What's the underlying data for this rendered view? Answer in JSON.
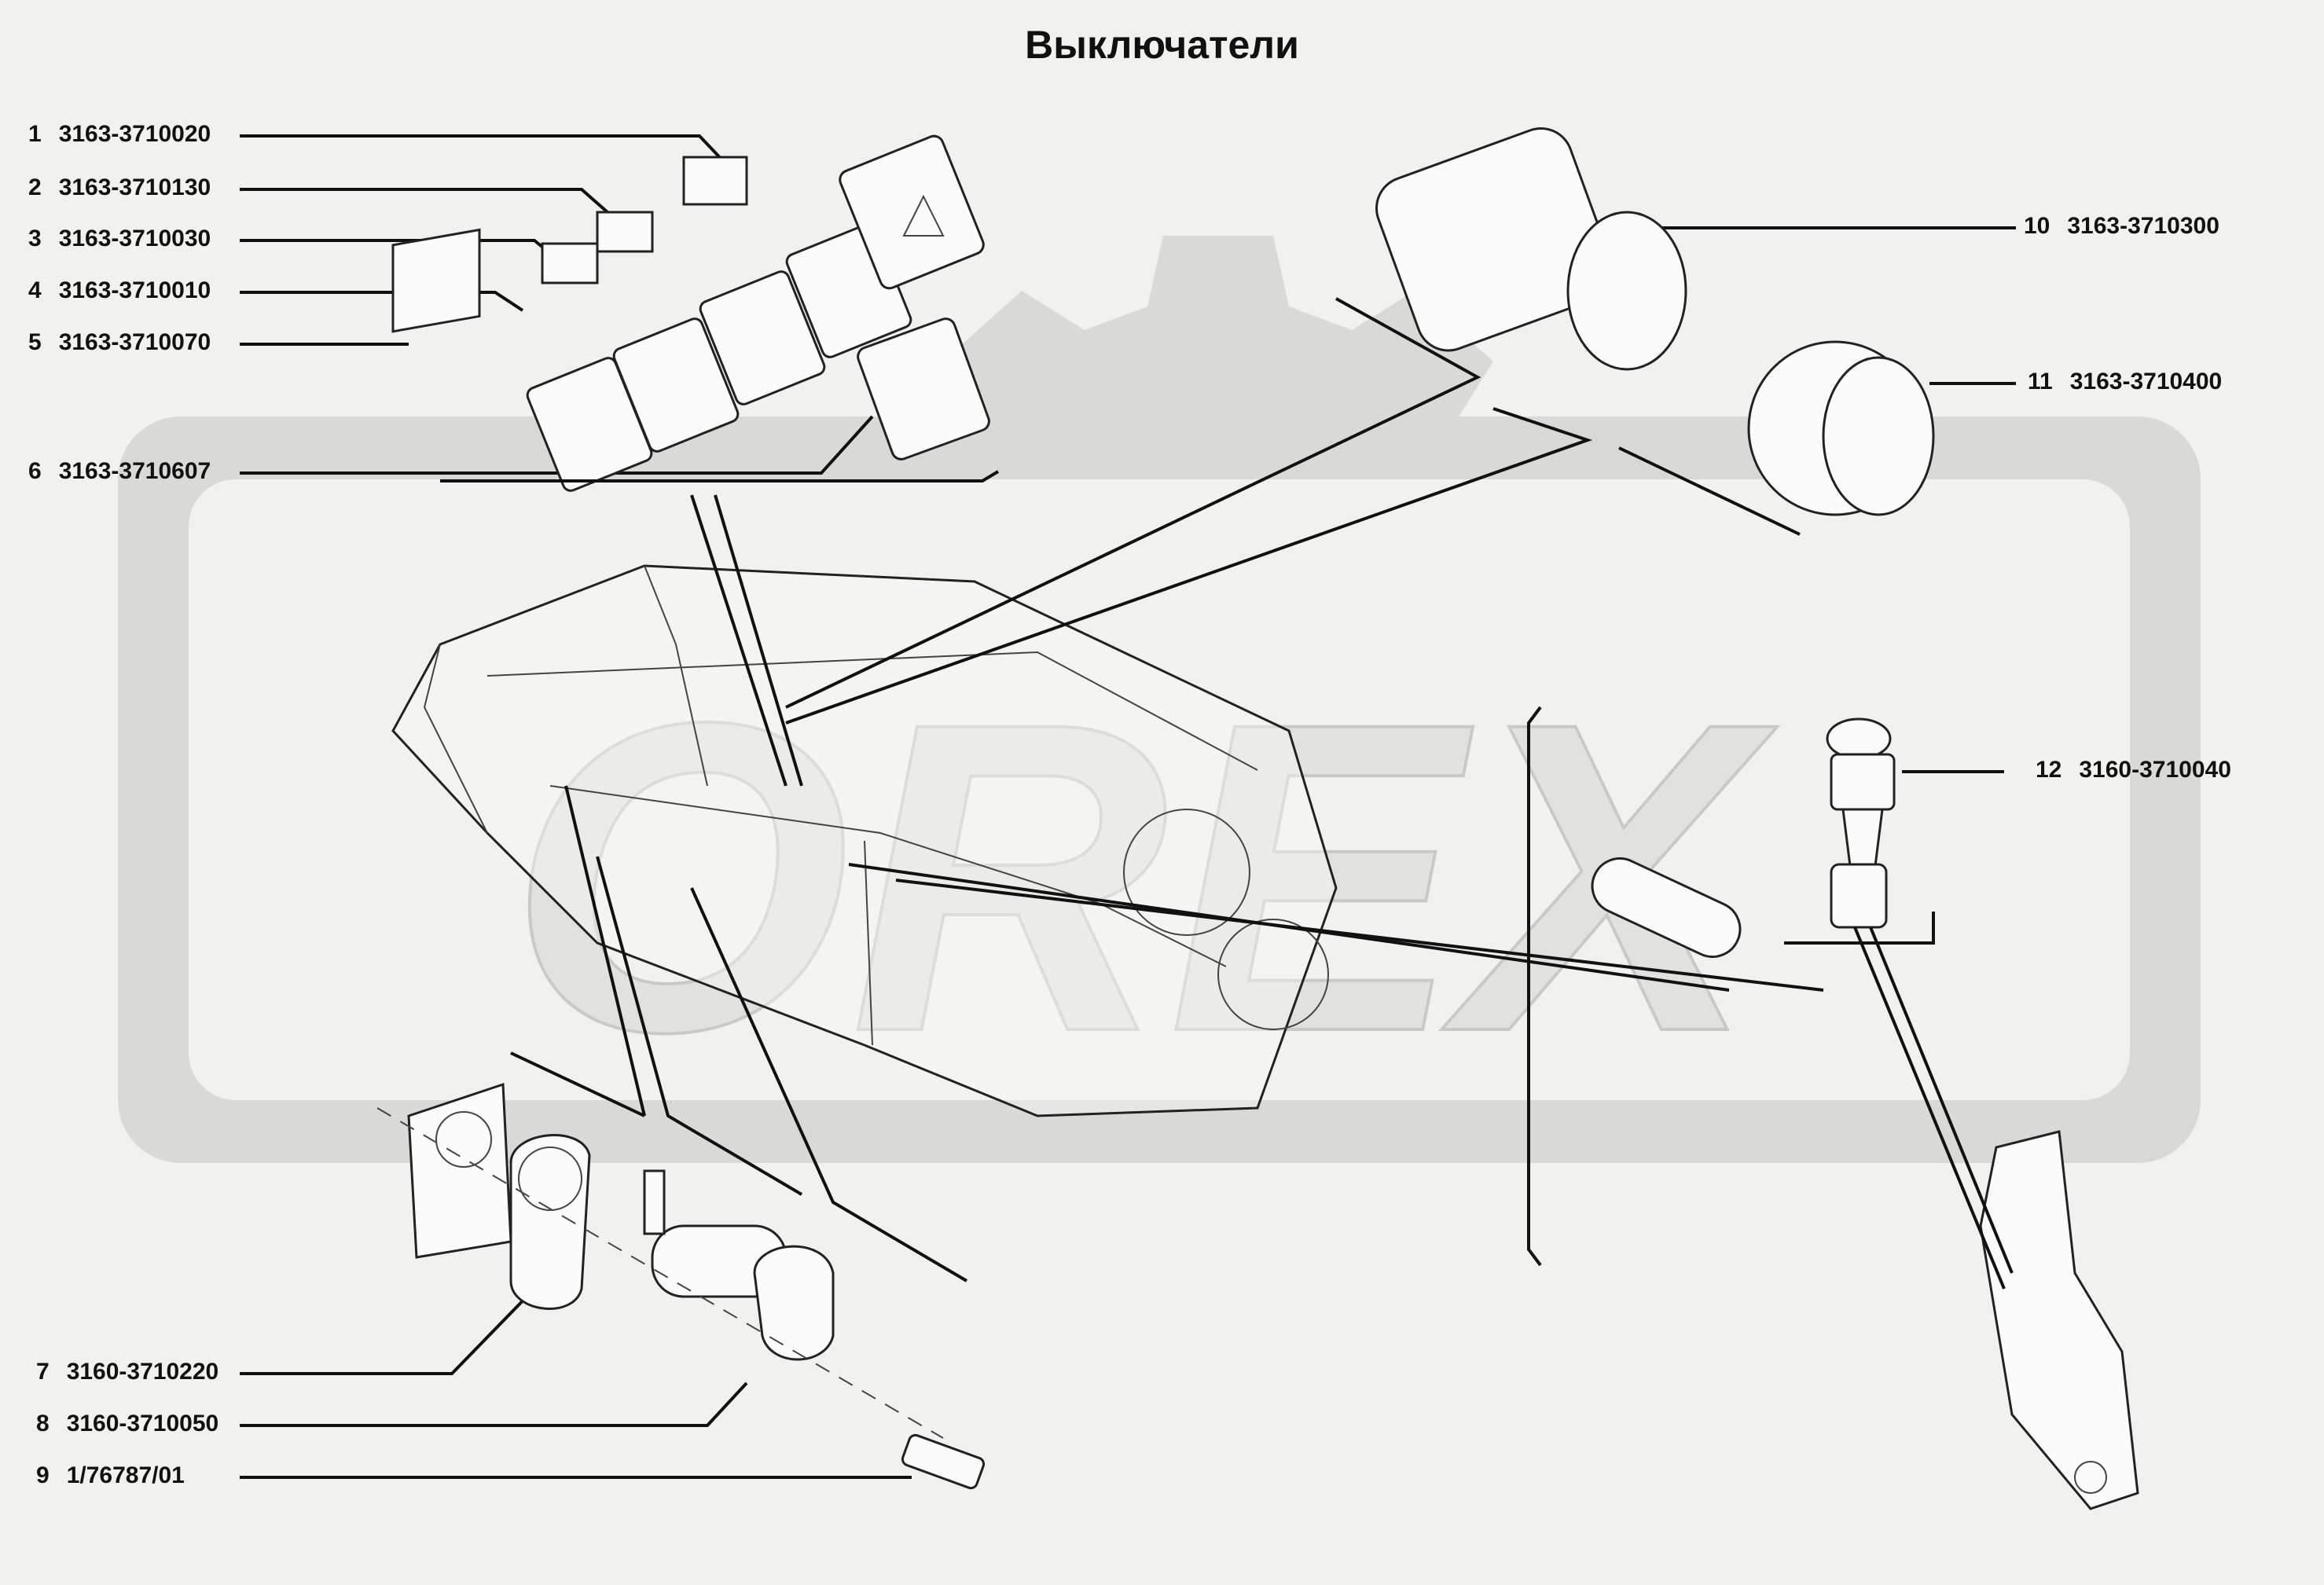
{
  "title": "Выключатели",
  "watermark": {
    "text": "OREX",
    "color": "#d9d9d6"
  },
  "parts": [
    {
      "num": "1",
      "code": "3163-3710020"
    },
    {
      "num": "2",
      "code": "3163-3710130"
    },
    {
      "num": "3",
      "code": "3163-3710030"
    },
    {
      "num": "4",
      "code": "3163-3710010"
    },
    {
      "num": "5",
      "code": "3163-3710070"
    },
    {
      "num": "6",
      "code": "3163-3710607"
    },
    {
      "num": "7",
      "code": "3160-3710220"
    },
    {
      "num": "8",
      "code": "3160-3710050"
    },
    {
      "num": "9",
      "code": "1/76787/01"
    },
    {
      "num": "10",
      "code": "3163-3710300"
    },
    {
      "num": "11",
      "code": "3163-3710400"
    },
    {
      "num": "12",
      "code": "3160-3710040"
    }
  ]
}
